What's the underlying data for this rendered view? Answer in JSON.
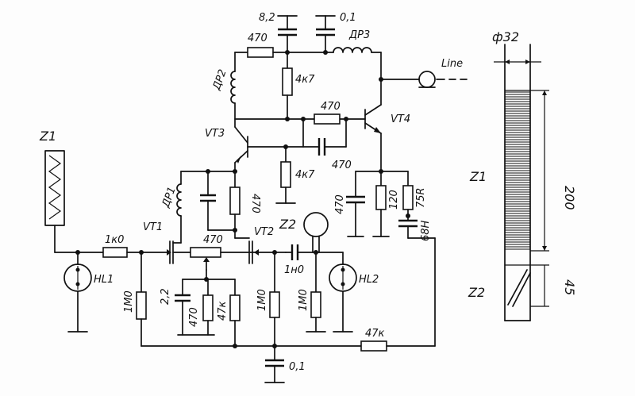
{
  "title": "",
  "labels": {
    "z1": "Z1",
    "z2": "Z2",
    "z1_side": "Z1",
    "z2_side": "Z2",
    "hl1": "HL1",
    "hl2": "HL2",
    "vt1": "VT1",
    "vt2": "VT2",
    "vt3": "VT3",
    "vt4": "VT4",
    "line": "Line",
    "dr1": "ДР1",
    "dr2": "ДР2",
    "dr3": "ДР3",
    "r_1k0": "1к0",
    "r_470_pot": "470",
    "r_1m0_a": "1М0",
    "c_2_2": "2,2",
    "c_470_a": "470",
    "r_47k_a": "47к",
    "r_1m0_b": "1М0",
    "r_1m0_c": "1М0",
    "c_1n0": "1н0",
    "r_47k_fb": "47к",
    "c_0_1_bot": "0,1",
    "r_470_src": "470",
    "c_8_2": "8,2",
    "c_0_1_top": "0,1",
    "r_470_top": "470",
    "r_4k7_a": "4к7",
    "r_4k7_b": "4к7",
    "r_470_fb": "470",
    "c_470_fb": "470",
    "c_470_out": "470",
    "r_120": "120",
    "r_75": "75R",
    "c_68n": "68Н",
    "dim_d": "ф32",
    "dim_200": "200",
    "dim_45": "45"
  }
}
